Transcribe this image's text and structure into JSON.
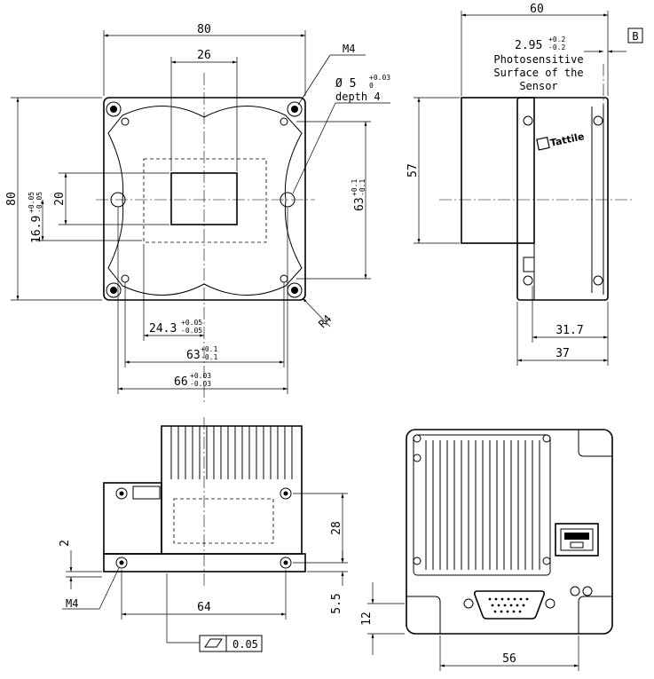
{
  "front_view": {
    "width": "80",
    "sensor_width": "26",
    "thread": "M4",
    "pin_hole": "Ø 5",
    "pin_tol_upper": "+0.03",
    "pin_tol_lower": "0",
    "pin_depth": "depth 4",
    "height": "80",
    "sensor_height": "20",
    "offset_y": "16.9",
    "offset_y_tol_upper": "+0.05",
    "offset_y_tol_lower": "-0.05",
    "pitch_vertical": "63",
    "pitch_vertical_tol_upper": "+0.1",
    "pitch_vertical_tol_lower": "-0.1",
    "offset_x": "24.3",
    "offset_x_tol_upper": "+0.05",
    "offset_x_tol_lower": "-0.05",
    "pitch_horizontal": "63",
    "pitch_horizontal_tol_upper": "+0.1",
    "pitch_horizontal_tol_lower": "-0.1",
    "pin_pitch": "66",
    "pin_pitch_tol_upper": "+0.03",
    "pin_pitch_tol_lower": "-0.03",
    "corner_radius": "R4"
  },
  "side_view": {
    "depth": "60",
    "sensor_offset": "2.95",
    "sensor_offset_tol_upper": "+0.2",
    "sensor_offset_tol_lower": "-0.2",
    "datum": "B",
    "note_line1": "Photosensitive",
    "note_line2": "Surface of the",
    "note_line3": "Sensor",
    "height": "57",
    "logo": "Tattile",
    "hole_distance": "31.7",
    "body_depth": "37"
  },
  "bottom_view": {
    "flange": "2",
    "thread": "M4",
    "hole_pitch": "64",
    "hole_height": "28",
    "edge_offset": "5.5",
    "flatness_value": "0.05"
  },
  "rear_view": {
    "connector_height": "12",
    "connector_width": "56"
  }
}
